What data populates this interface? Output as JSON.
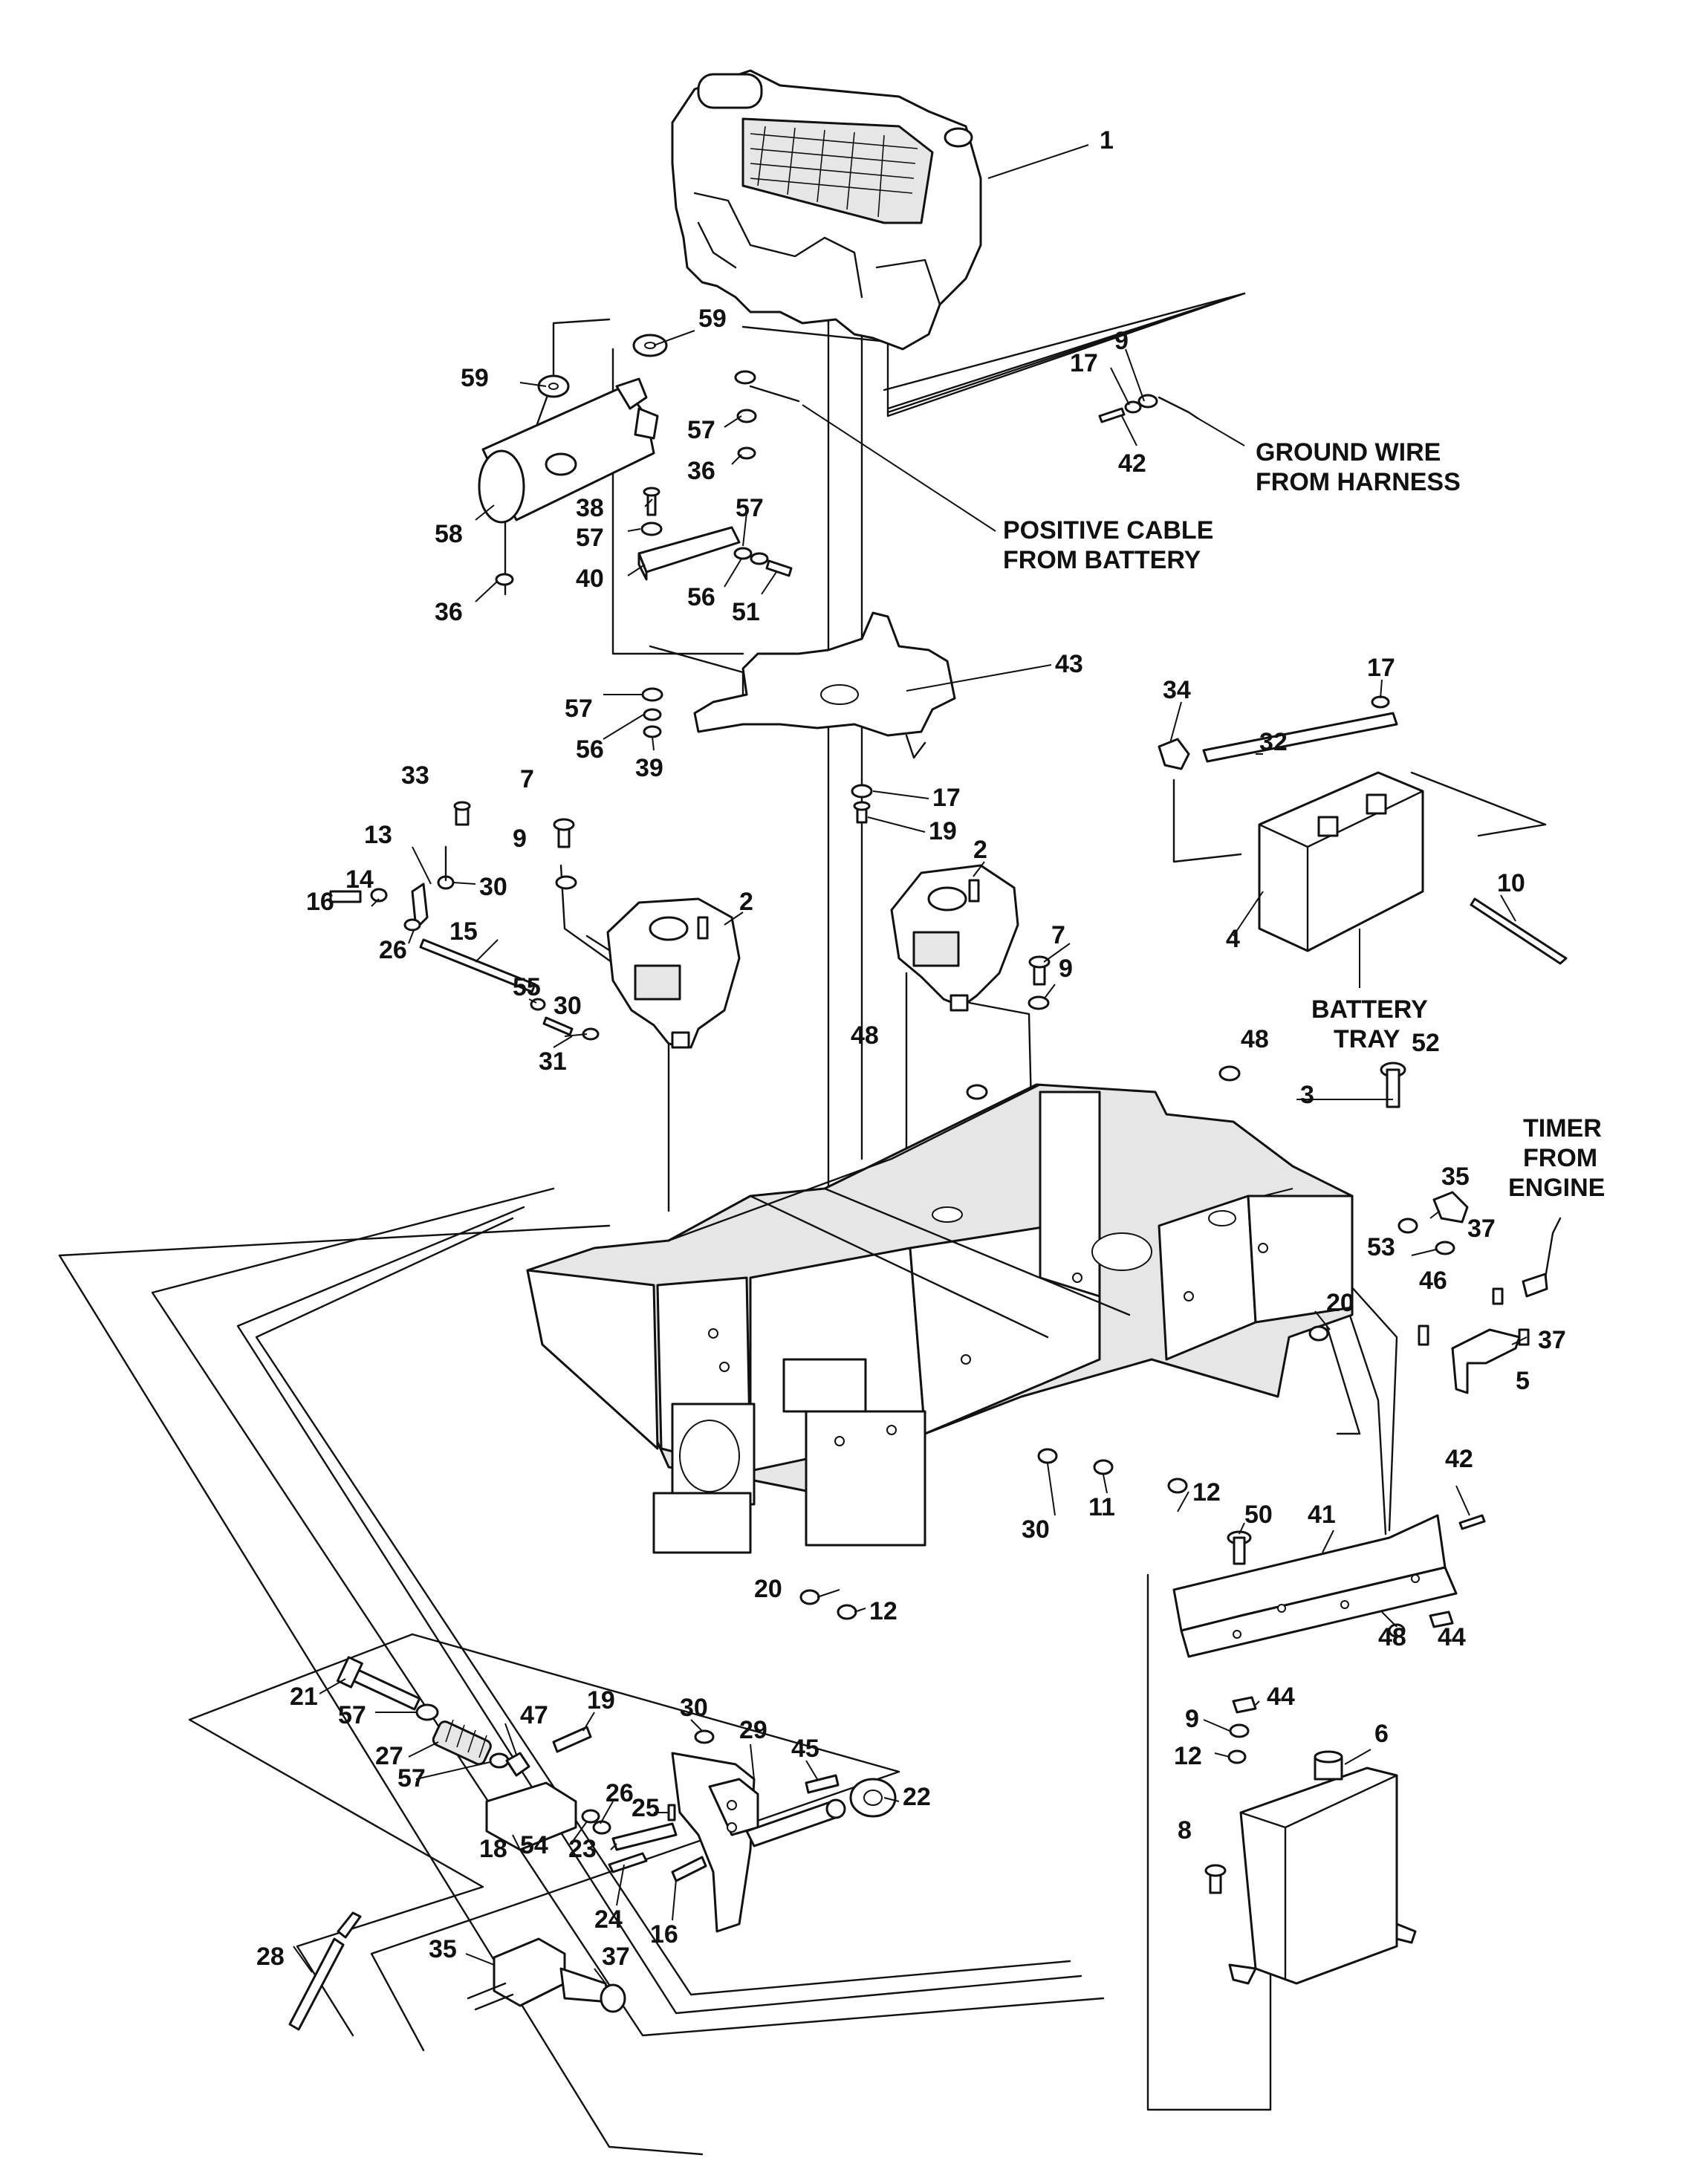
{
  "colors": {
    "line": "#111111",
    "background": "#ffffff",
    "part_fill": "#ffffff",
    "part_shade": "#e6e6e6"
  },
  "notes": {
    "ground_wire_line1": "GROUND WIRE",
    "ground_wire_line2": "FROM HARNESS",
    "positive_cable_line1": "POSITIVE CABLE",
    "positive_cable_line2": "FROM BATTERY",
    "battery_tray_line1": "BATTERY",
    "battery_tray_line2": "TRAY",
    "timer_line1": "TIMER",
    "timer_line2": "FROM",
    "timer_line3": "ENGINE"
  },
  "callouts": [
    "1",
    "59",
    "59",
    "9",
    "17",
    "42",
    "57",
    "36",
    "58",
    "38",
    "57",
    "57",
    "40",
    "56",
    "51",
    "36",
    "43",
    "34",
    "32",
    "17",
    "57",
    "56",
    "39",
    "33",
    "7",
    "9",
    "13",
    "30",
    "14",
    "16",
    "26",
    "15",
    "2",
    "17",
    "19",
    "2",
    "7",
    "9",
    "4",
    "10",
    "55",
    "30",
    "31",
    "48",
    "48",
    "52",
    "3",
    "35",
    "53",
    "37",
    "46",
    "20",
    "37",
    "5",
    "42",
    "30",
    "11",
    "12",
    "41",
    "50",
    "20",
    "12",
    "48",
    "44",
    "44",
    "9",
    "12",
    "6",
    "8",
    "21",
    "19",
    "30",
    "57",
    "47",
    "27",
    "57",
    "26",
    "45",
    "29",
    "22",
    "18",
    "25",
    "54",
    "23",
    "24",
    "16",
    "28",
    "35",
    "37"
  ]
}
